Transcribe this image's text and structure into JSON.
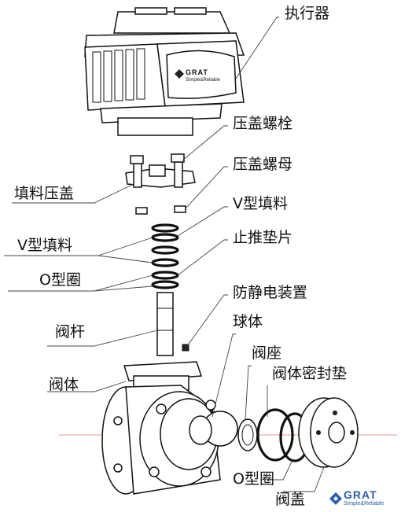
{
  "labels": {
    "actuator": "执行器",
    "gland_bolt": "压盖螺栓",
    "gland_nut": "压盖螺母",
    "packing_gland": "填料压盖",
    "v_packing_right": "V型填料",
    "v_packing_left": "V型填料",
    "thrust_washer": "止推垫片",
    "o_ring_left": "O型圈",
    "antistatic": "防静电装置",
    "stem": "阀杆",
    "ball": "球体",
    "seat": "阀座",
    "body": "阀体",
    "body_gasket": "阀体密封垫",
    "o_ring_bottom": "O型圈",
    "bonnet": "阀盖"
  },
  "actuator_plate": {
    "brand": "GRAT",
    "tagline": "Simple&Reliable"
  },
  "corner_logo": {
    "brand": "GRAT",
    "tagline": "Simple&Reliable"
  },
  "colors": {
    "brand_blue": "#2a5ea8",
    "axis_red": "#e07070",
    "line": "#111111"
  }
}
